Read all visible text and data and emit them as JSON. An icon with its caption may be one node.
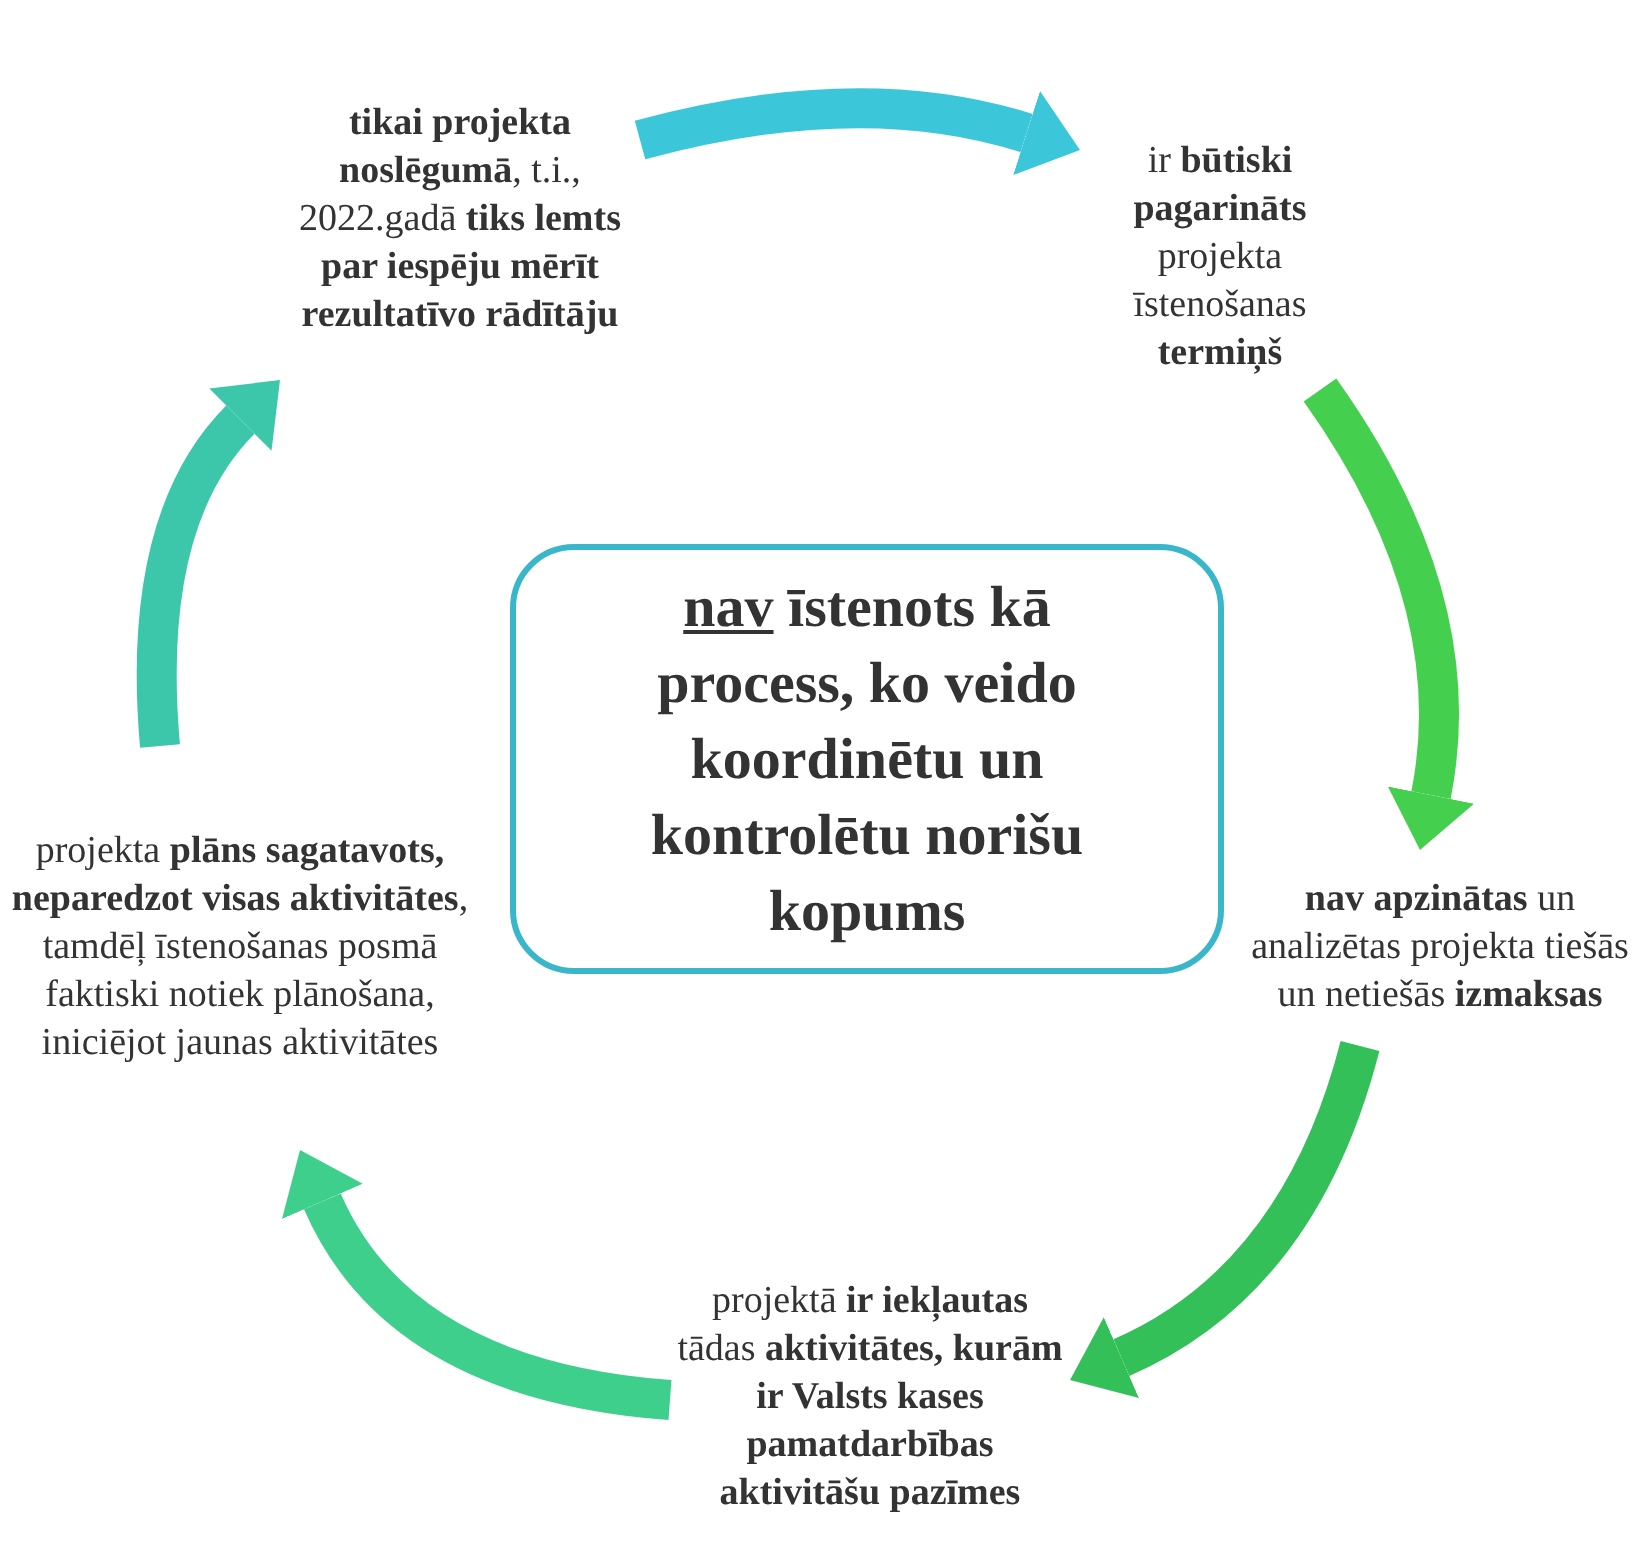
{
  "diagram": {
    "nodes": [
      {
        "text": [
          "**tikai projekta noslēgumā**, t.i., 2022.gadā **tiks lemts par iespēju mērīt rezultatīvo rādītāju**"
        ]
      },
      {
        "text": [
          "ir **būtiski pagarināts** projekta īstenošanas **termiņš**"
        ]
      },
      {
        "text": [
          "**nav apzinātas** un analizētas projekta tiešās un netiešās **izmaksas**"
        ]
      },
      {
        "text": [
          "projektā **ir iekļautas** tādas **aktivitātes, kurām ir Valsts kases pamatdarbības aktivitāšu pazīmes**"
        ]
      },
      {
        "text": [
          "projekta **plāns sagatavots, neparedzot visas aktivitātes**, tamdēļ īstenošanas posmā faktiski notiek plānošana, iniciējot jaunas aktivitātes"
        ]
      },
      {
        "text": [
          "nav īstenots kā process, ko veido koordinētu un kontrolētu norišu kopums"
        ]
      }
    ],
    "edges": [
      {
        "from": 0,
        "to": 1,
        "arrow": "to",
        "color": "#3cc6da"
      },
      {
        "from": 1,
        "to": 2,
        "arrow": "to",
        "color": "#45cf4f"
      },
      {
        "from": 2,
        "to": 3,
        "arrow": "to",
        "color": "#33c058"
      },
      {
        "from": 3,
        "to": 4,
        "arrow": "to",
        "color": "#3fcf8c"
      },
      {
        "from": 4,
        "to": 0,
        "arrow": "to",
        "color": "#3cc7ab"
      }
    ]
  }
}
